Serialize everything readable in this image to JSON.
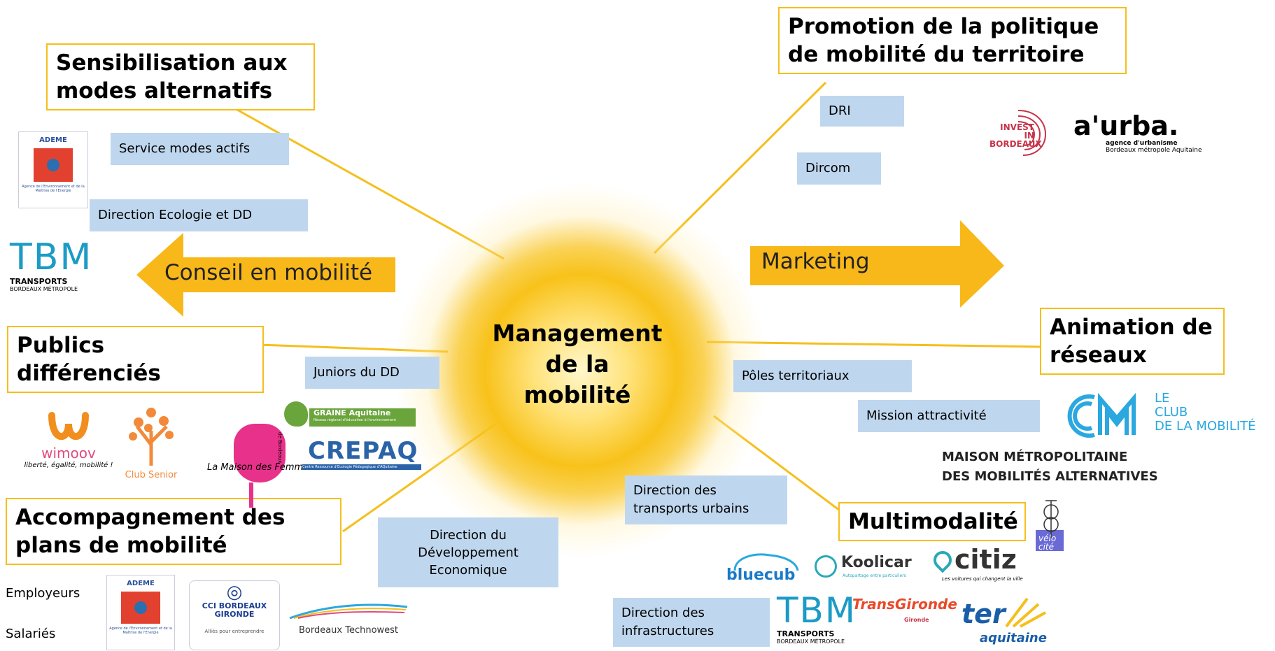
{
  "center": {
    "line1": "Management",
    "line2": "de la",
    "line3": "mobilité"
  },
  "boxes": {
    "sensibilisation": "Sensibilisation aux modes alternatifs",
    "promotion": "Promotion de la politique de mobilité du territoire",
    "publics": "Publics différenciés",
    "animation": "Animation de réseaux",
    "accompagnement": "Accompagnement des plans de mobilité",
    "multimodalite": "Multimodalité"
  },
  "arrows": {
    "conseil": "Conseil en mobilité",
    "marketing": "Marketing"
  },
  "tags": {
    "service_modes_actifs": "Service modes actifs",
    "direction_ecologie": "Direction Ecologie et DD",
    "dri": "DRI",
    "dircom": "Dircom",
    "juniors": "Juniors du DD",
    "poles": "Pôles territoriaux",
    "mission": "Mission attractivité",
    "dir_transports": "Direction des transports urbains",
    "dir_dev_eco": "Direction du Développement Economique",
    "dir_infra": "Direction des infrastructures"
  },
  "labels": {
    "employeurs": "Employeurs",
    "salaries": "Salariés"
  },
  "logos": {
    "ademe": "ADEME",
    "ademe_sub": "Agence de l'Environnement et de la Maîtrise de l'Energie",
    "tbm": "TBM",
    "tbm_sub1": "TRANSPORTS",
    "tbm_sub2": "BORDEAUX MÉTROPOLE",
    "invest1": "INVEST IN",
    "invest2": "BORDEAUX",
    "aurba": "a'urba.",
    "aurba_sub1": "agence d'urbanisme",
    "aurba_sub2": "Bordeaux métropole Aquitaine",
    "wimoov": "wimoov",
    "wimoov_tag": "liberté, égalité, mobilité !",
    "club_senior": "Club Senior",
    "maison_femmes": "La Maison des Femmes",
    "maison_femmes_side": "de Bordeaux",
    "graine": "GRAINE Aquitaine",
    "graine_sub": "Réseau régional d'éducation à l'environnement",
    "crepaq": "CREPAQ",
    "crepaq_sub": "Centre Ressource d'Ecologie Pédagogique d'AQuitaine",
    "club_mob1": "LE",
    "club_mob2": "CLUB",
    "club_mob3": "DE LA MOBILITÉ",
    "maison_metro1": "MAISON MÉTROPOLITAINE",
    "maison_metro2": "DES MOBILITÉS ALTERNATIVES",
    "cci1": "CCI BORDEAUX",
    "cci2": "GIRONDE",
    "cci3": "Alliés pour entreprendre",
    "technowest": "Bordeaux Technowest",
    "bluecub": "bluecub",
    "koolicar": "Koolicar",
    "koolicar_sub": "Autopartage entre particuliers",
    "citiz": "citiz",
    "citiz_sub": "Les voitures qui changent la ville",
    "transgironde": "TransGironde",
    "gironde": "Gironde",
    "ter": "ter",
    "aquitaine": "aquitaine",
    "velo": "vélo cité"
  },
  "colors": {
    "accent": "#f5bf1c",
    "tag": "#bfd7ee"
  }
}
